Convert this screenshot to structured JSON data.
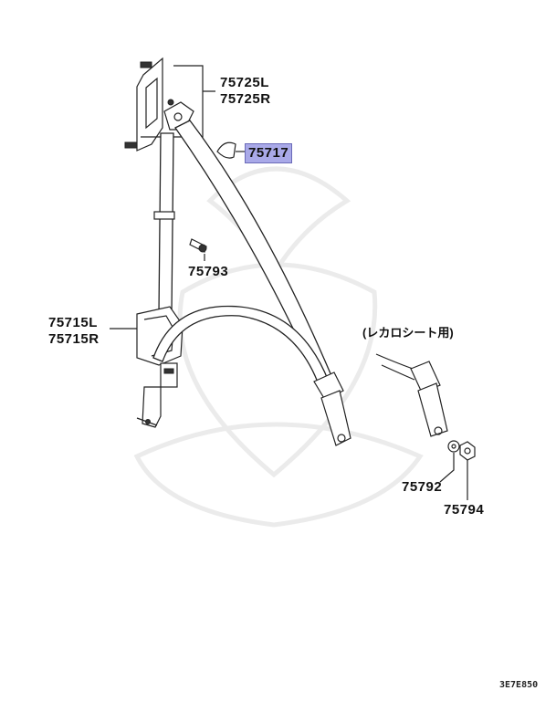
{
  "labels": {
    "p75725": [
      "75725L",
      "75725R"
    ],
    "p75717": "75717",
    "p75793": "75793",
    "p75715": [
      "75715L",
      "75715R"
    ],
    "p75792": "75792",
    "p75794": "75794"
  },
  "note": "(レカロシート用)",
  "diagram_code": "3E7E850",
  "colors": {
    "highlight": "#a9a9e8",
    "line": "#222222"
  }
}
